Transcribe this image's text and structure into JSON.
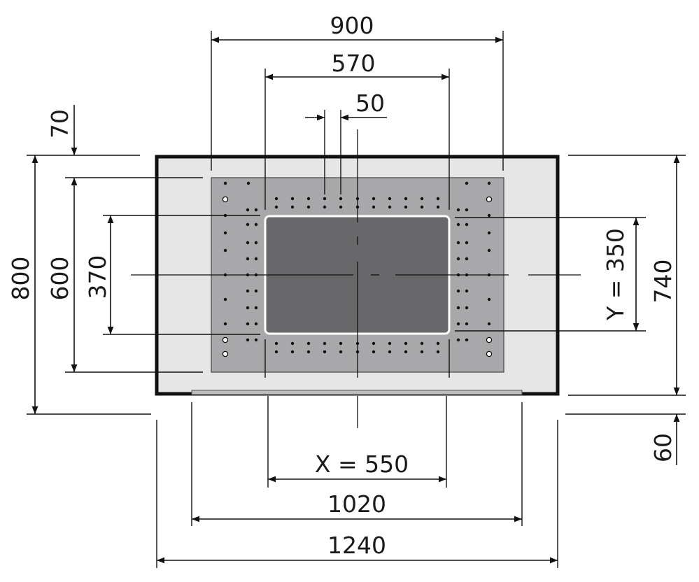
{
  "dimensions": {
    "overall_width": "1240",
    "plate_width": "900",
    "inner_width": "570",
    "hole_spacing": "50",
    "x_spacing": "X = 550",
    "base_width": "1020",
    "overall_height": "800",
    "plate_height": "600",
    "inner_height": "370",
    "y_spacing": "Y = 350",
    "body_height": "740",
    "top_offset": "70",
    "base_height": "60"
  },
  "colors": {
    "outer_body": "#e6e6e7",
    "mounting_plate": "#a8a8aa",
    "cutout": "#68676a",
    "outline": "#111111",
    "base_strip": "#bdbdbf"
  }
}
